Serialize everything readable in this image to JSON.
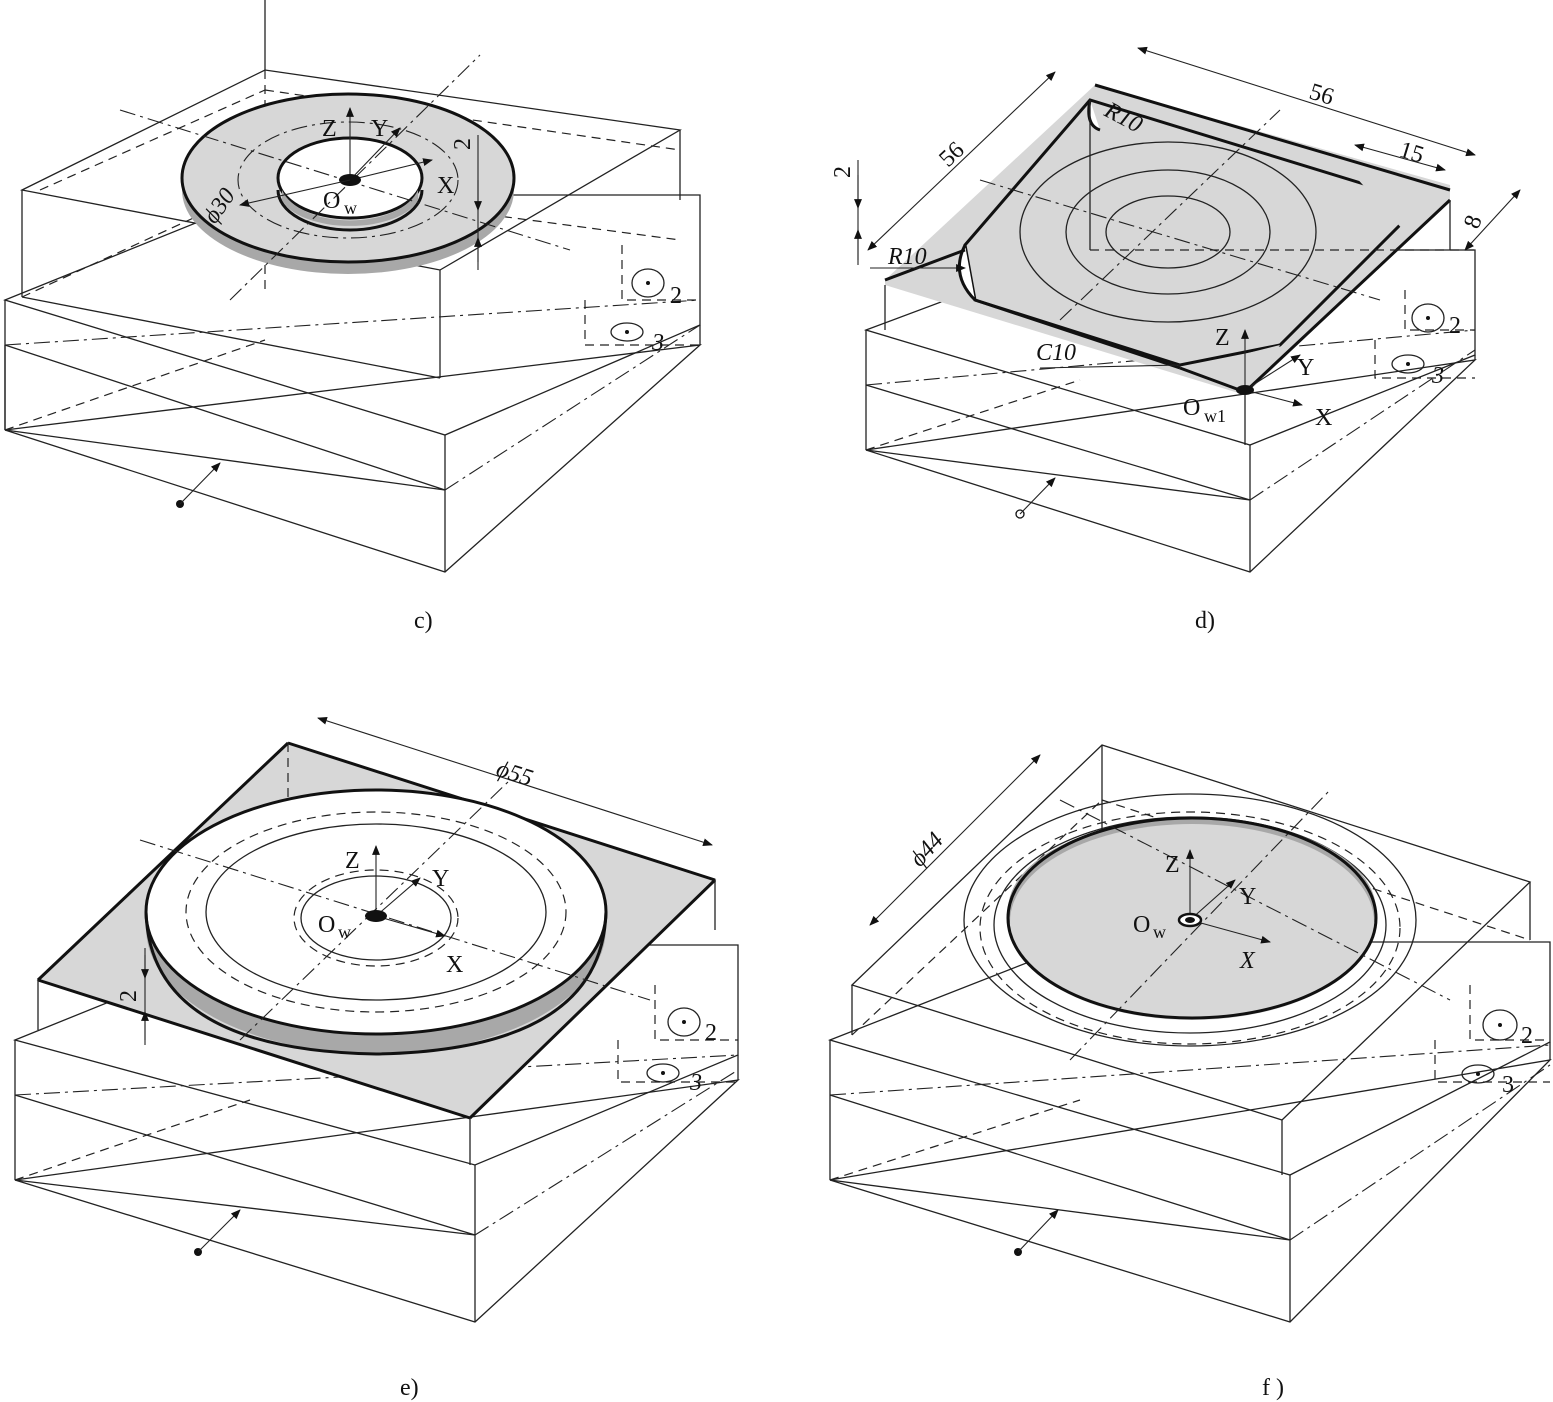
{
  "panels": [
    {
      "id": "c",
      "caption": "c)",
      "axes": {
        "z": "Z",
        "y": "Y",
        "x": "X",
        "origin": "O",
        "origin_sub": "w"
      },
      "dimensions": [
        "ϕ30",
        "2"
      ],
      "datum_labels": [
        "2",
        "3"
      ]
    },
    {
      "id": "d",
      "caption": "d)",
      "axes": {
        "z": "Z",
        "y": "Y",
        "x": "X",
        "origin": "O",
        "origin_sub": "w1"
      },
      "dimensions": [
        "56",
        "56",
        "R10",
        "R10",
        "15",
        "8",
        "2",
        "C10"
      ],
      "datum_labels": [
        "2",
        "3"
      ]
    },
    {
      "id": "e",
      "caption": "e)",
      "axes": {
        "z": "Z",
        "y": "Y",
        "x": "X",
        "origin": "O",
        "origin_sub": "w"
      },
      "dimensions": [
        "ϕ55",
        "2"
      ],
      "datum_labels": [
        "2",
        "3"
      ]
    },
    {
      "id": "f",
      "caption": "f )",
      "axes": {
        "z": "Z",
        "y": "Y",
        "x": "X",
        "origin": "O",
        "origin_sub": "w"
      },
      "dimensions": [
        "ϕ44"
      ],
      "datum_labels": [
        "2",
        "3"
      ]
    }
  ],
  "colors": {
    "line": "#222222",
    "shade": "#d7d7d7",
    "wall": "#a8a8a8",
    "background": "#ffffff"
  }
}
